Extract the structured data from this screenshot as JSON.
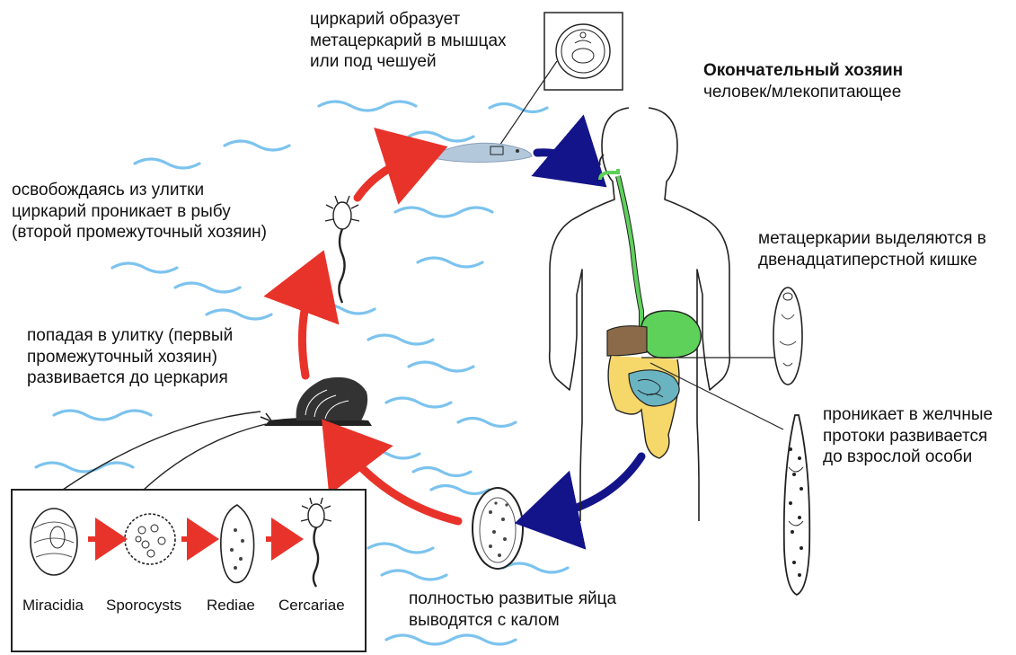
{
  "labels": {
    "fish_muscle": [
      "циркарий образует",
      "метацеркарий в мышцах",
      "или под чешуей"
    ],
    "final_host_title": "Окончательный хозяин",
    "final_host_sub": "человек/млекопитающее",
    "free_from_snail": [
      "освобождаясь из улитки",
      "циркарий проникает в рыбу",
      "(второй промежуточный хозяин)"
    ],
    "duodenum": [
      "метацеркарии выделяются в",
      "двенадцатиперстной кишке"
    ],
    "in_snail": [
      "попадая в улитку (первый",
      "промежуточный хозяин)",
      "развивается до церкария"
    ],
    "bile_ducts": [
      "проникает в желчные",
      "протоки развивается",
      "до взрослой особи"
    ],
    "eggs": [
      "полностью развитые яйца",
      "выводятся с калом"
    ]
  },
  "stages": [
    "Miracidia",
    "Sporocysts",
    "Rediae",
    "Cercariae"
  ],
  "colors": {
    "red_arrow": "#e8332a",
    "blue_arrow": "#14148a",
    "water": "#7cc3ee",
    "green_gi": "#5ed15a",
    "yellow_colon": "#f5d76a",
    "teal_intestine": "#6ab4c2",
    "brown_liver": "#8a6a48",
    "fish": "#b4c8dc"
  },
  "icons": [
    "snail-icon",
    "fish-icon",
    "cercaria-icon",
    "egg-icon",
    "human-body-icon",
    "metacercaria-icon",
    "adult-fluke-icon",
    "miracidia-icon",
    "sporocyst-icon",
    "redia-icon"
  ]
}
